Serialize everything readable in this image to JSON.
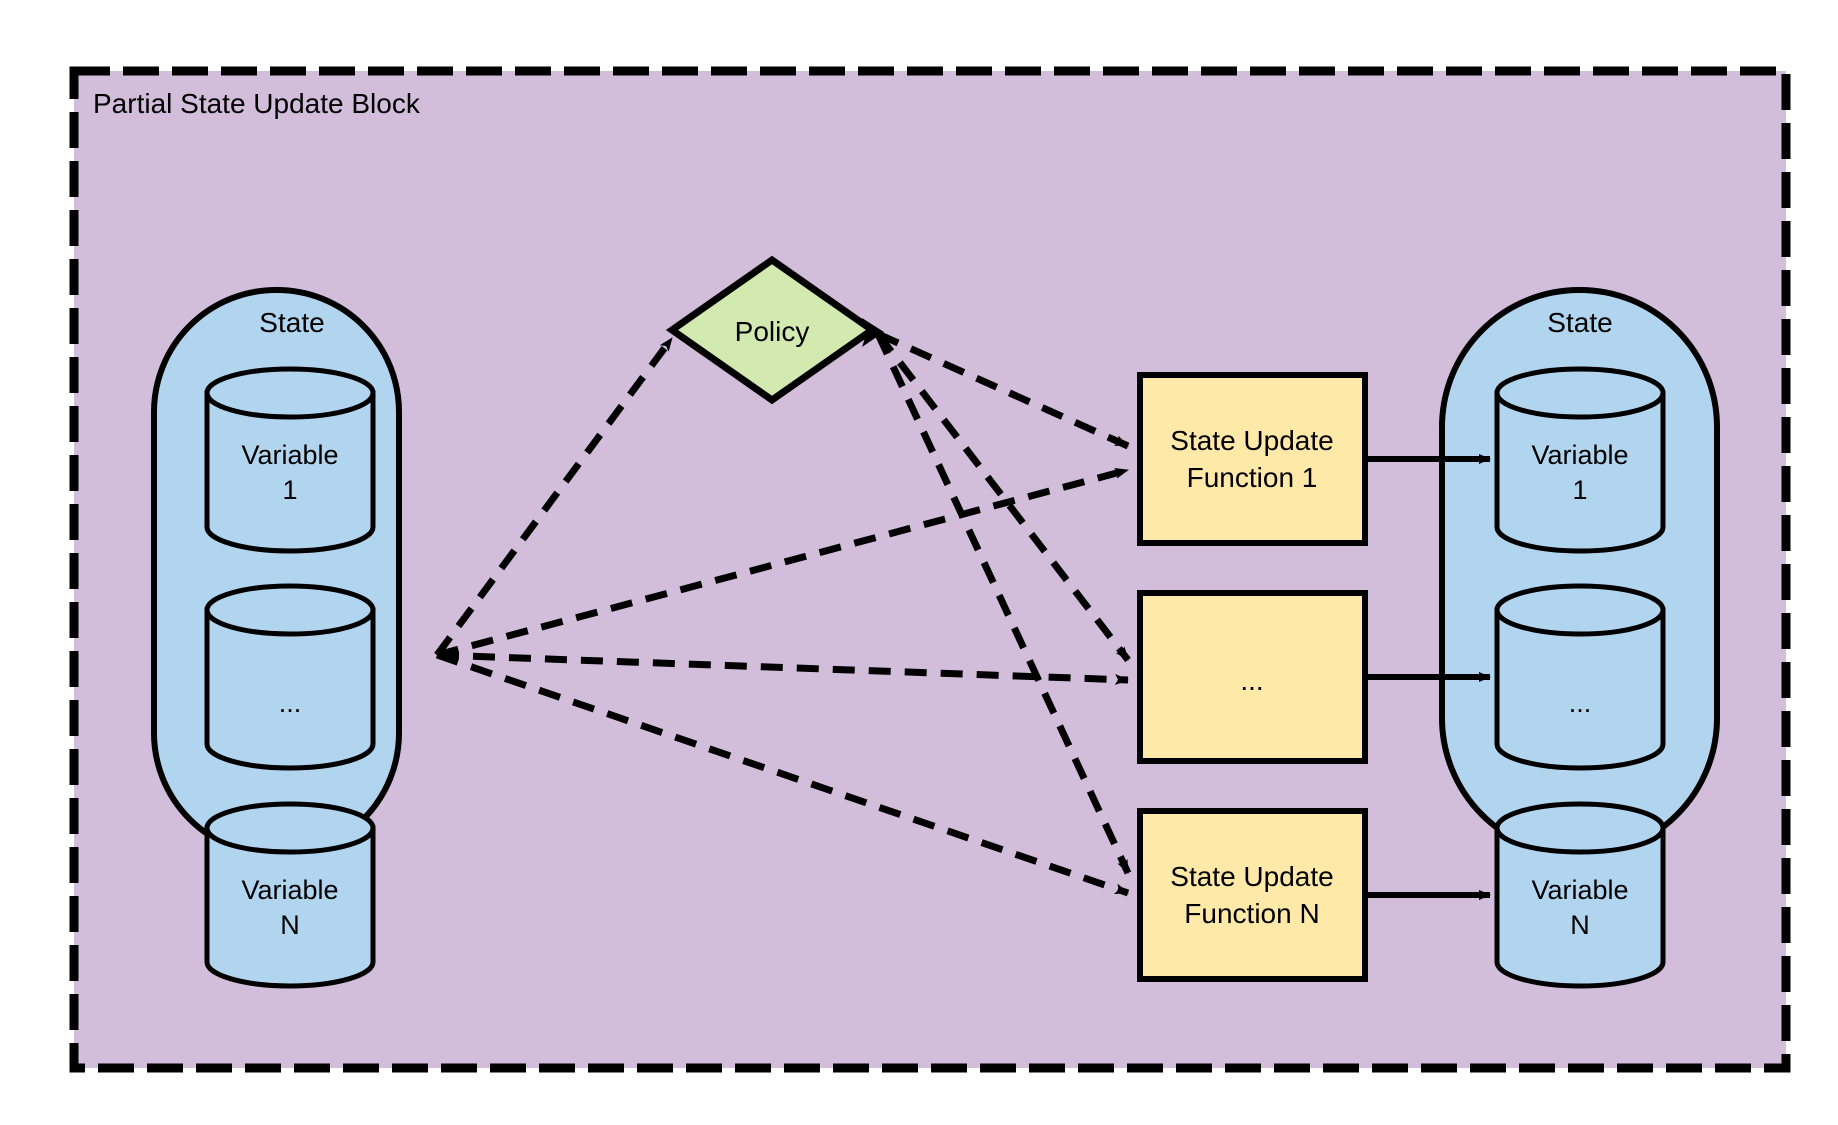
{
  "block": {
    "title": "Partial State Update Block",
    "fill": "#d2bddb",
    "stroke": "#000000",
    "border_style": "dashed"
  },
  "colors": {
    "background": "#ffffff",
    "block_fill": "#d2bddb",
    "state_fill": "#b1d5ef",
    "policy_fill": "#d2eab0",
    "function_fill": "#ffe9a8",
    "stroke": "#000000",
    "text": "#000000"
  },
  "input_state": {
    "name": "State",
    "label": "State",
    "variables": [
      {
        "line1": "Variable",
        "line2": "1"
      },
      {
        "line1": "...",
        "line2": ""
      },
      {
        "line1": "Variable",
        "line2": "N"
      }
    ]
  },
  "policy": {
    "label": "Policy",
    "shape": "diamond"
  },
  "functions": [
    {
      "line1": "State Update",
      "line2": "Function 1"
    },
    {
      "line1": "...",
      "line2": ""
    },
    {
      "line1": "State Update",
      "line2": "Function N"
    }
  ],
  "output_state": {
    "name": "State",
    "label": "State",
    "variables": [
      {
        "line1": "Variable",
        "line2": "1"
      },
      {
        "line1": "...",
        "line2": ""
      },
      {
        "line1": "Variable",
        "line2": "N"
      }
    ]
  },
  "edges": {
    "state_to_policy": {
      "style": "dashed",
      "arrow": true
    },
    "state_to_functions": {
      "style": "dashed",
      "arrow": true
    },
    "policy_to_functions": {
      "style": "dashed",
      "arrow": true
    },
    "functions_to_state": {
      "style": "solid",
      "arrow": true
    }
  }
}
